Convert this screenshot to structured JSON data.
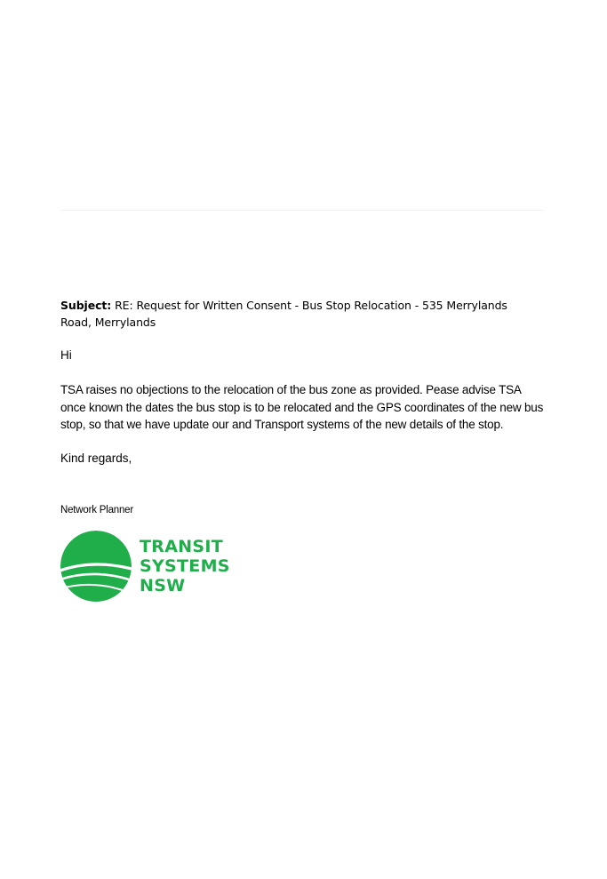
{
  "email": {
    "subject_label": "Subject:",
    "subject_text": " RE: Request for Written Consent - Bus Stop Relocation - 535 Merrylands Road, Merrylands",
    "greeting": "Hi",
    "body": "TSA raises no objections to the relocation of the bus zone as provided.  Pease advise TSA once known the dates the bus stop is to be relocated and the GPS coordinates of the new bus stop, so that we have update our and Transport systems of the new details of the stop.",
    "closing": "Kind regards,",
    "signature_role": "Network Planner"
  },
  "logo": {
    "line1": "TRANSIT",
    "line2": "SYSTEMS",
    "line3": "NSW",
    "brand_color": "#1fae4a"
  }
}
